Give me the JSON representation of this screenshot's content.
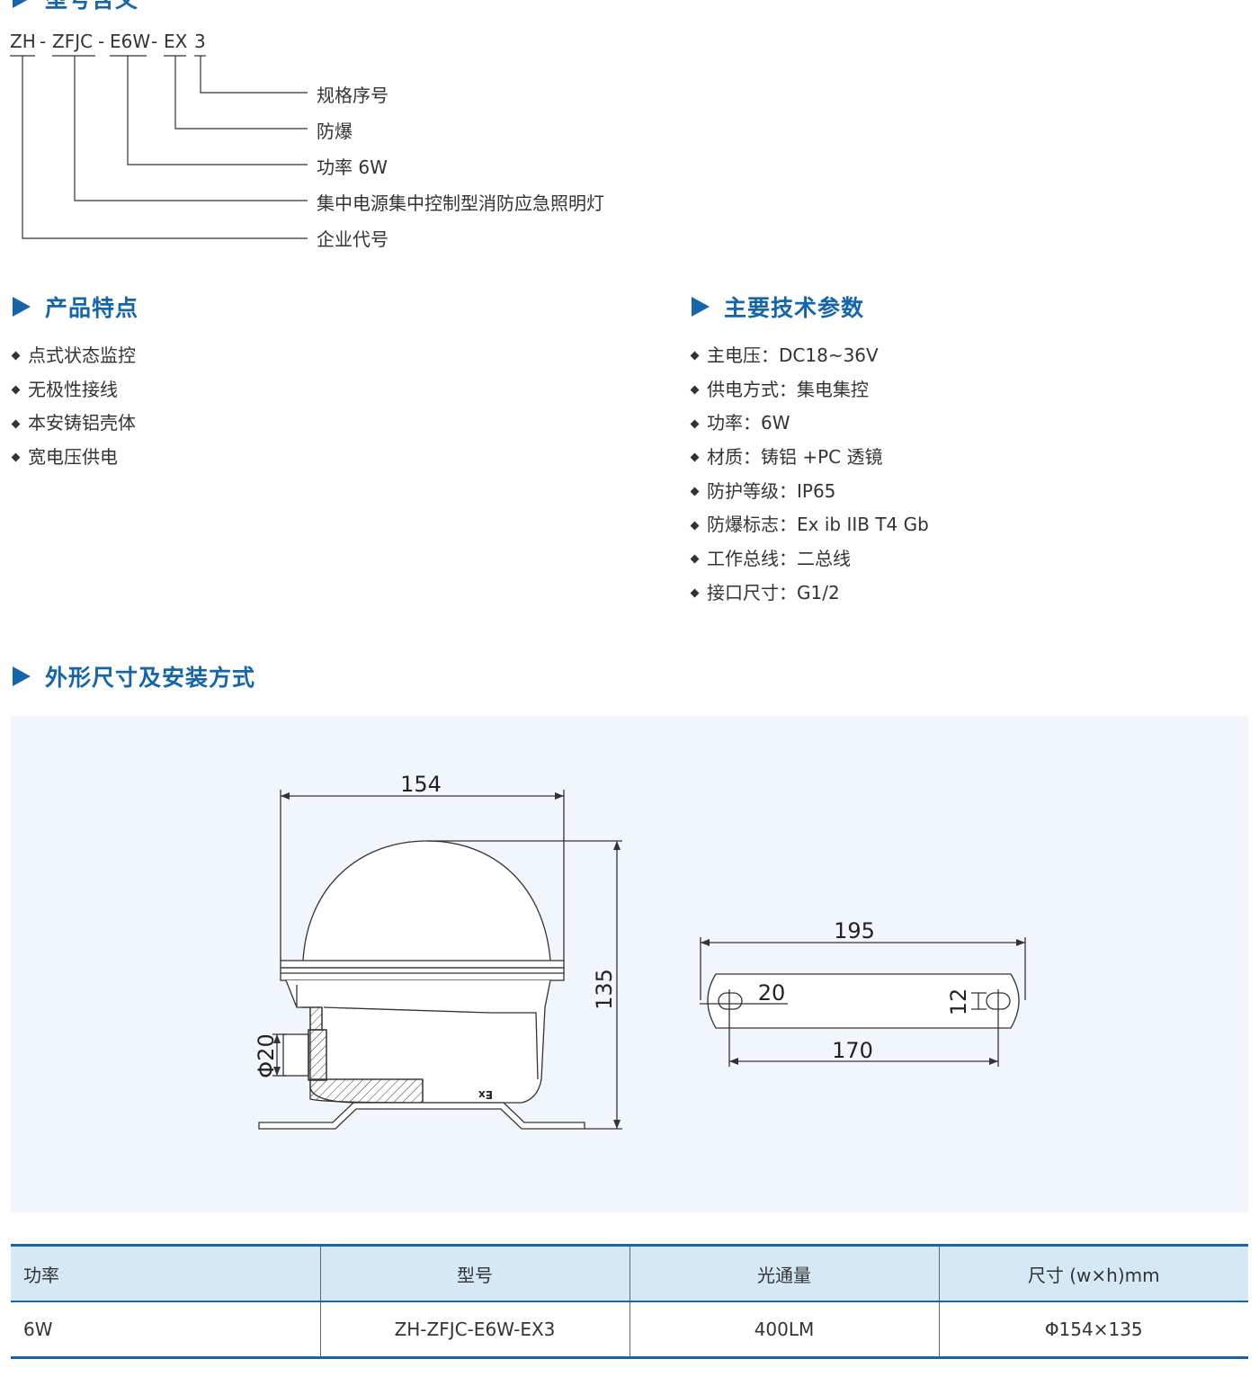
{
  "model_naming": {
    "title": "型号含义",
    "parts": [
      "ZH",
      "ZFJC",
      "E6W",
      "EX",
      "3"
    ],
    "separator": "-",
    "labels": [
      "规格序号",
      "防爆",
      "功率 6W",
      "集中电源集中控制型消防应急照明灯",
      "企业代号"
    ]
  },
  "features": {
    "title": "产品特点",
    "items": [
      "点式状态监控",
      "无极性接线",
      "本安铸铝壳体",
      "宽电压供电"
    ]
  },
  "tech_params": {
    "title": "主要技术参数",
    "items": [
      "主电压：DC18~36V",
      "供电方式：集电集控",
      "功率：6W",
      "材质：铸铝 +PC 透镜",
      "防护等级：IP65",
      "防爆标志：Ex ib IIB T4 Gb",
      "工作总线：二总线",
      "接口尺寸：G1/2"
    ]
  },
  "dimensions": {
    "title": "外形尺寸及安装方式",
    "width": "154",
    "height": "135",
    "conduit": "Φ20",
    "bracket_length": "195",
    "hole_spacing": "170",
    "hole_length": "20",
    "hole_width": "12",
    "ex_mark": "Ex"
  },
  "spec_table": {
    "headers": [
      "功率",
      "型号",
      "光通量",
      "尺寸 (w×h)mm"
    ],
    "rows": [
      [
        "6W",
        "ZH-ZFJC-E6W-EX3",
        "400LM",
        "Φ154×135"
      ]
    ]
  },
  "colors": {
    "accent": "#1565a8",
    "header_bg": "#d4e8f6",
    "drawing_bg": "#f0f6fb"
  }
}
